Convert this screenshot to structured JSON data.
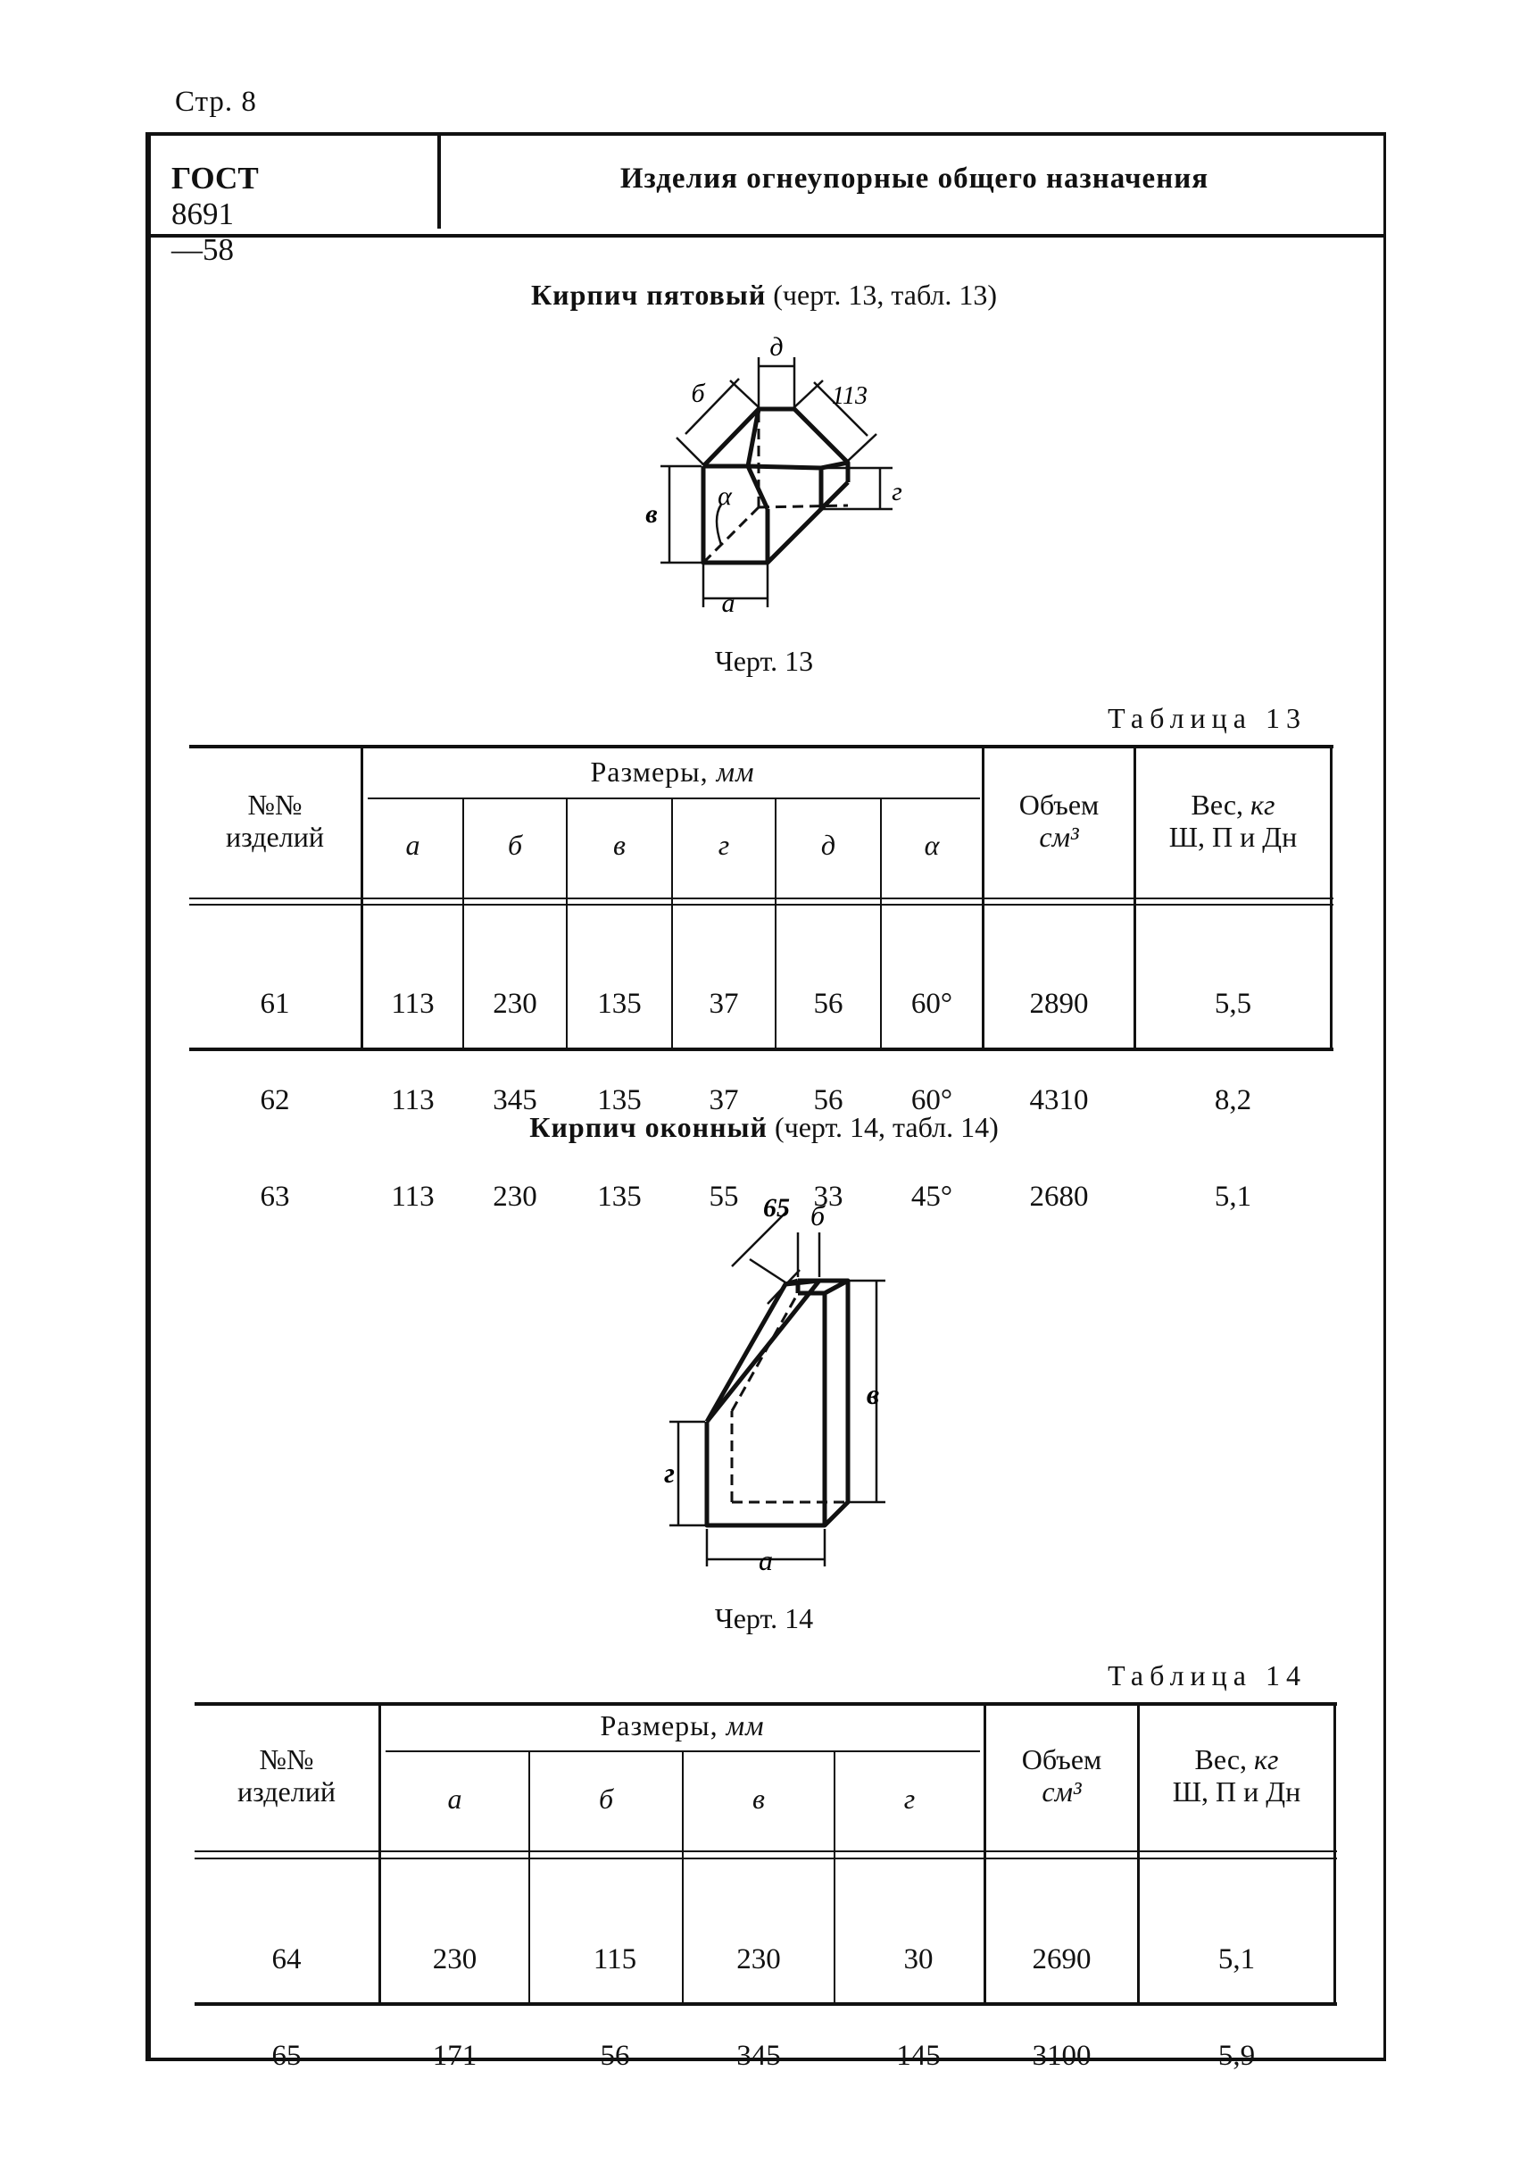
{
  "page": {
    "number": "Стр. 8"
  },
  "header": {
    "code_prefix": "ГОСТ",
    "code_number": "8691—58",
    "title": "Изделия огнеупорные общего назначения"
  },
  "section13": {
    "title_bold": "Кирпич пятовый",
    "title_rest": "(черт. 13, табл. 13)",
    "figure_caption": "Черт. 13",
    "figure_labels": {
      "a": "а",
      "b": "б",
      "v": "в",
      "g": "г",
      "d": "д",
      "alpha": "α",
      "dim113": "113"
    },
    "table_label": "Таблица 13"
  },
  "table13": {
    "col_num_l1": "№№",
    "col_num_l2": "изделий",
    "dims_label": "Размеры,",
    "dims_unit": "мм",
    "subcols": [
      "а",
      "б",
      "в",
      "г",
      "д",
      "α"
    ],
    "vol_l1": "Объем",
    "vol_l2": "см³",
    "wt_l1": "Вес,",
    "wt_unit": "кг",
    "wt_l2": "Ш, П и Дн",
    "rows": [
      [
        "61",
        "113",
        "230",
        "135",
        "37",
        "56",
        "60°",
        "2890",
        "5,5"
      ],
      [
        "62",
        "113",
        "345",
        "135",
        "37",
        "56",
        "60°",
        "4310",
        "8,2"
      ],
      [
        "63",
        "113",
        "230",
        "135",
        "55",
        "33",
        "45°",
        "2680",
        "5,1"
      ]
    ]
  },
  "section14": {
    "title_bold": "Кирпич оконный",
    "title_rest": "(черт. 14, табл. 14)",
    "figure_caption": "Черт. 14",
    "figure_labels": {
      "a": "а",
      "b": "б",
      "v": "в",
      "g": "г",
      "dim65": "65"
    },
    "table_label": "Таблица 14"
  },
  "table14": {
    "col_num_l1": "№№",
    "col_num_l2": "изделий",
    "dims_label": "Размеры,",
    "dims_unit": "мм",
    "subcols": [
      "а",
      "б",
      "в",
      "г"
    ],
    "vol_l1": "Объем",
    "vol_l2": "см³",
    "wt_l1": "Вес,",
    "wt_unit": "кг",
    "wt_l2": "Ш, П и Дн",
    "rows": [
      [
        "64",
        "230",
        "115",
        "230",
        "30",
        "2690",
        "5,1"
      ],
      [
        "65",
        "171",
        "56",
        "345",
        "145",
        "3100",
        "5,9"
      ]
    ]
  }
}
